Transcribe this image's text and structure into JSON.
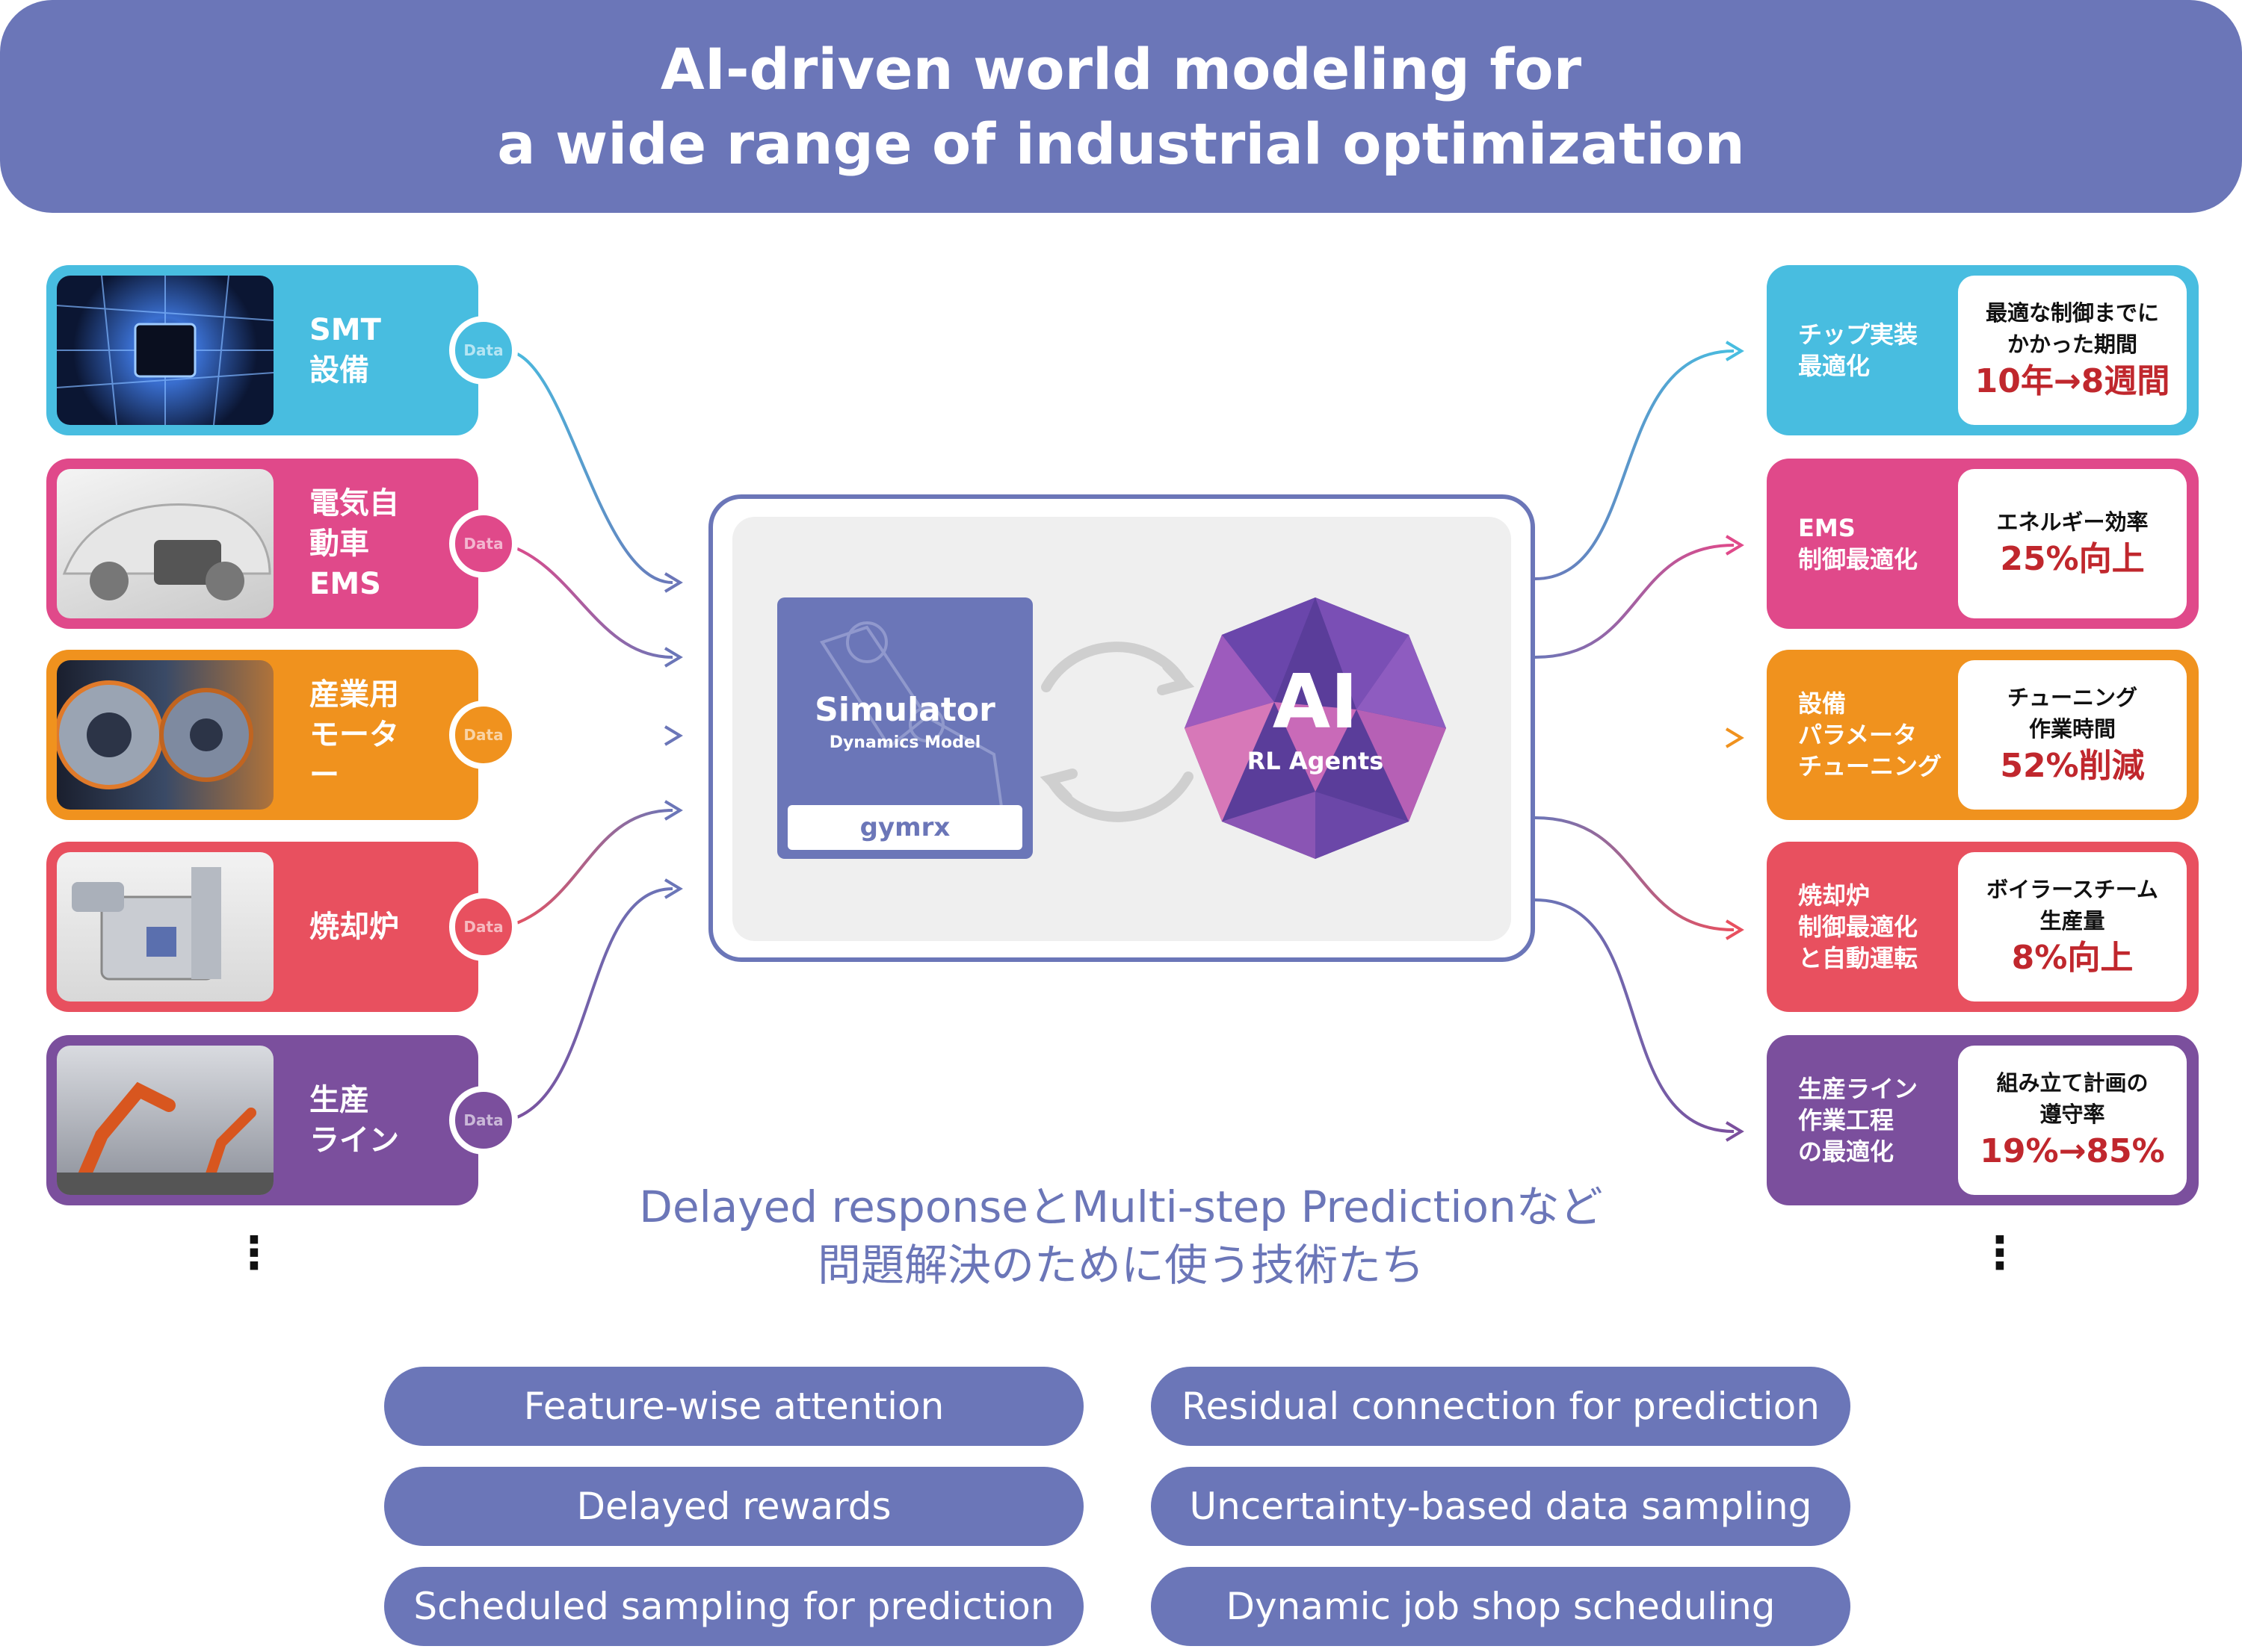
{
  "header": {
    "title_line1": "AI-driven world modeling for",
    "title_line2": "a wide range of industrial optimization"
  },
  "inputs": [
    {
      "line1": "SMT",
      "line2": "設備",
      "data": "Data",
      "color": "#48bde0"
    },
    {
      "line1": "電気自動車",
      "line2": "EMS",
      "data": "Data",
      "color": "#e0498a"
    },
    {
      "line1": "産業用",
      "line2": "モーター",
      "data": "Data",
      "color": "#f0921e"
    },
    {
      "line1": "焼却炉",
      "line2": "",
      "data": "Data",
      "color": "#e8505f"
    },
    {
      "line1": "生産",
      "line2": "ライン",
      "data": "Data",
      "color": "#7b4f9d"
    }
  ],
  "center": {
    "simulator": "Simulator",
    "simulator_sub": "Dynamics Model",
    "gym": "gymrx",
    "ai": "AI",
    "ai_sub": "RL Agents"
  },
  "outputs": [
    {
      "label": [
        "チップ実装",
        "最適化"
      ],
      "metric": "最適な制御までに\nかかった期間",
      "value": "10年→8週間",
      "color": "#48bde0"
    },
    {
      "label": [
        "EMS",
        "制御最適化"
      ],
      "metric": "エネルギー効率",
      "value": "25%向上",
      "color": "#e0498a"
    },
    {
      "label": [
        "設備",
        "パラメータ",
        "チューニング"
      ],
      "metric": "チューニング\n作業時間",
      "value": "52%削減",
      "color": "#f0921e"
    },
    {
      "label": [
        "焼却炉",
        "制御最適化",
        "と自動運転"
      ],
      "metric": "ボイラースチーム\n生産量",
      "value": "8%向上",
      "color": "#e8505f"
    },
    {
      "label": [
        "生産ライン",
        "作業工程",
        "の最適化"
      ],
      "metric": "組み立て計画の\n遵守率",
      "value": "19%→85%",
      "color": "#7b4f9d"
    }
  ],
  "note": {
    "line1": "Delayed responseとMulti-step Predictionなど",
    "line2": "問題解決のために使う技術たち"
  },
  "ellipsis": "⋮",
  "techniques": [
    "Feature-wise attention",
    "Residual connection for prediction",
    "Delayed rewards",
    "Uncertainty-based data sampling",
    "Scheduled sampling for prediction",
    "Dynamic job shop scheduling"
  ]
}
